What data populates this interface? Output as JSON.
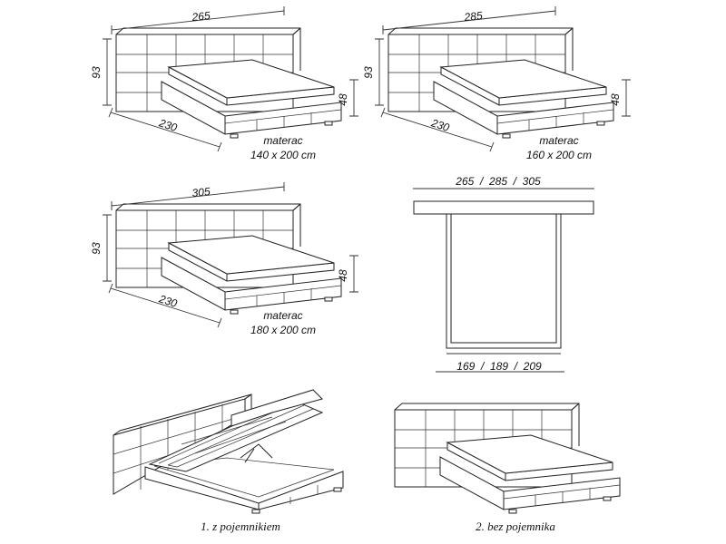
{
  "variants": [
    {
      "width": "265",
      "length": "230",
      "headboard_height": "93",
      "frame_height": "48",
      "mattress_label": "materac",
      "mattress_size": "140 x 200 cm"
    },
    {
      "width": "285",
      "length": "230",
      "headboard_height": "93",
      "frame_height": "48",
      "mattress_label": "materac",
      "mattress_size": "160 x 200 cm"
    },
    {
      "width": "305",
      "length": "230",
      "headboard_height": "93",
      "frame_height": "48",
      "mattress_label": "materac",
      "mattress_size": "180 x 200 cm"
    }
  ],
  "top_view": {
    "outer_widths": "265  /  285  /  305",
    "inner_widths": "169  /  189  /  209"
  },
  "options": {
    "with_storage": "1. z pojemnikiem",
    "without_storage": "2. bez pojemnika"
  }
}
